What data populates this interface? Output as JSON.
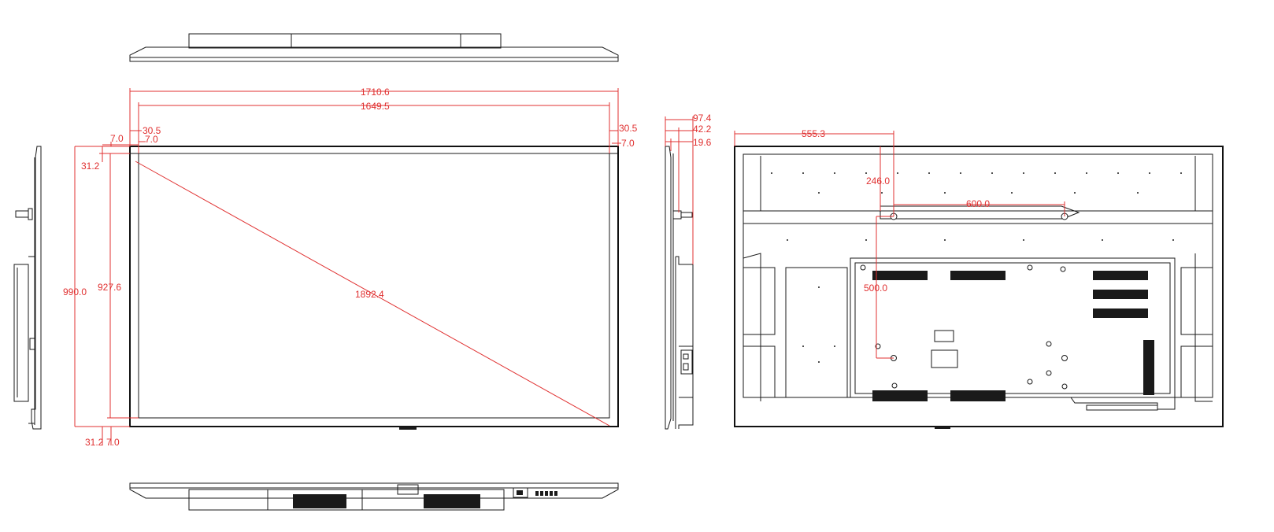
{
  "colors": {
    "line": "#1a1a1a",
    "dimension": "#e03030",
    "background": "#ffffff"
  },
  "dimensions": {
    "overall_width": "1710.6",
    "screen_width": "1649.5",
    "side_bezel_left": "30.5",
    "side_bezel_right": "30.5",
    "bezel_inner_left": "7.0",
    "bezel_inner_left_b": "7.0",
    "bezel_inner_right": "7.0",
    "top_bezel": "31.2",
    "overall_height": "990.0",
    "screen_height": "927.6",
    "diagonal": "1892.4",
    "bottom_bezel": "31.2",
    "bottom_inner": "7.0",
    "depth_total": "97.4",
    "depth_mid": "42.2",
    "depth_panel": "19.6",
    "rear_offset": "555.3",
    "vesa_top_offset": "246.0",
    "vesa_horizontal": "600.0",
    "vesa_vertical": "500.0"
  }
}
